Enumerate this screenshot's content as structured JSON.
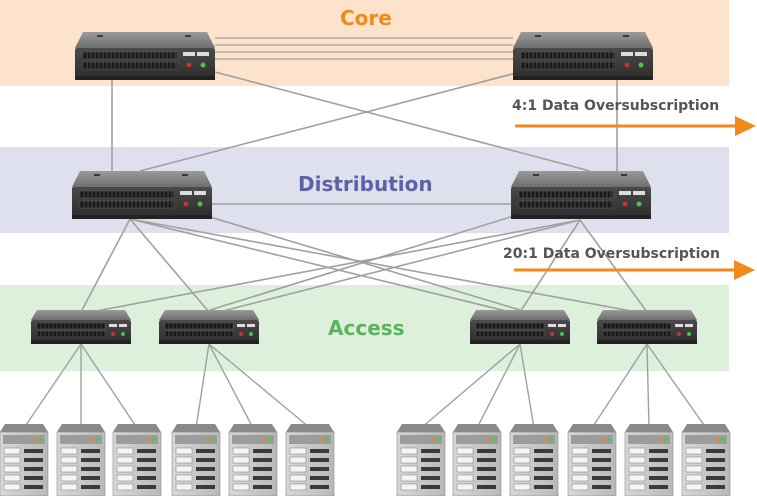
{
  "layers": {
    "core": "Core",
    "distribution": "Distribution",
    "access": "Access"
  },
  "oversubscription": {
    "core_distribution": "4:1 Data Oversubscription",
    "distribution_access": "20:1 Data Oversubscription"
  },
  "colors": {
    "core_band": "#fde3cc",
    "distribution_band": "#dfe0ee",
    "access_band": "#dcf0dc",
    "core_title": "#f08a1c",
    "distribution_title": "#5c62a6",
    "access_title": "#5db35d",
    "arrow": "#f08a1c",
    "link": "#a0a0a0"
  },
  "icons": {
    "switch": "network-switch-icon",
    "server": "server-rack-icon"
  }
}
